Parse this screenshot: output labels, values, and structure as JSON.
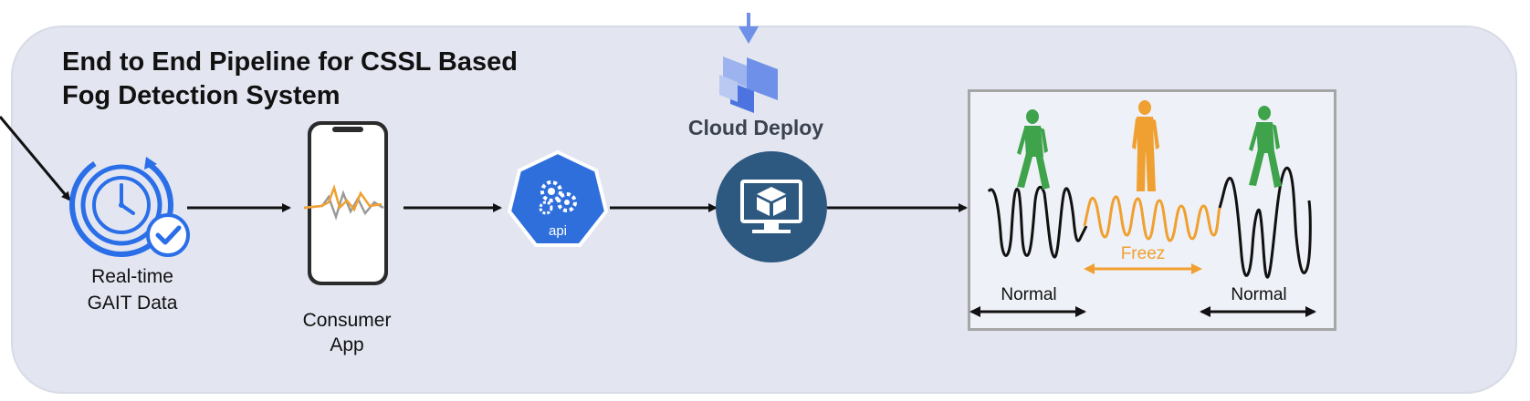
{
  "title": {
    "line1": "End to End Pipeline for CSSL Based",
    "line2": "Fog Detection System"
  },
  "nodes": {
    "gait": {
      "line1": "Real-time",
      "line2": "GAIT Data",
      "icon": "clock-check-icon"
    },
    "app": {
      "line1": "Consumer",
      "line2": "App",
      "icon": "smartphone-icon"
    },
    "api": {
      "label": "api",
      "icon": "kubernetes-api-icon"
    },
    "deploy": {
      "label": "Cloud Deploy",
      "icon": "cloud-deploy-icon",
      "monitor_icon": "monitor-cube-icon"
    }
  },
  "gait_panel": {
    "normal_left": "Normal",
    "freeze": "Freez",
    "normal_right": "Normal"
  },
  "colors": {
    "panel_bg": "#e3e6f1",
    "clock_blue": "#2a6ee8",
    "api_blue": "#2f6fdc",
    "monitor_navy": "#2d5880",
    "walker_green": "#3ea34a",
    "walker_orange": "#f0a030",
    "deploy_blue": "#6e90e8"
  }
}
